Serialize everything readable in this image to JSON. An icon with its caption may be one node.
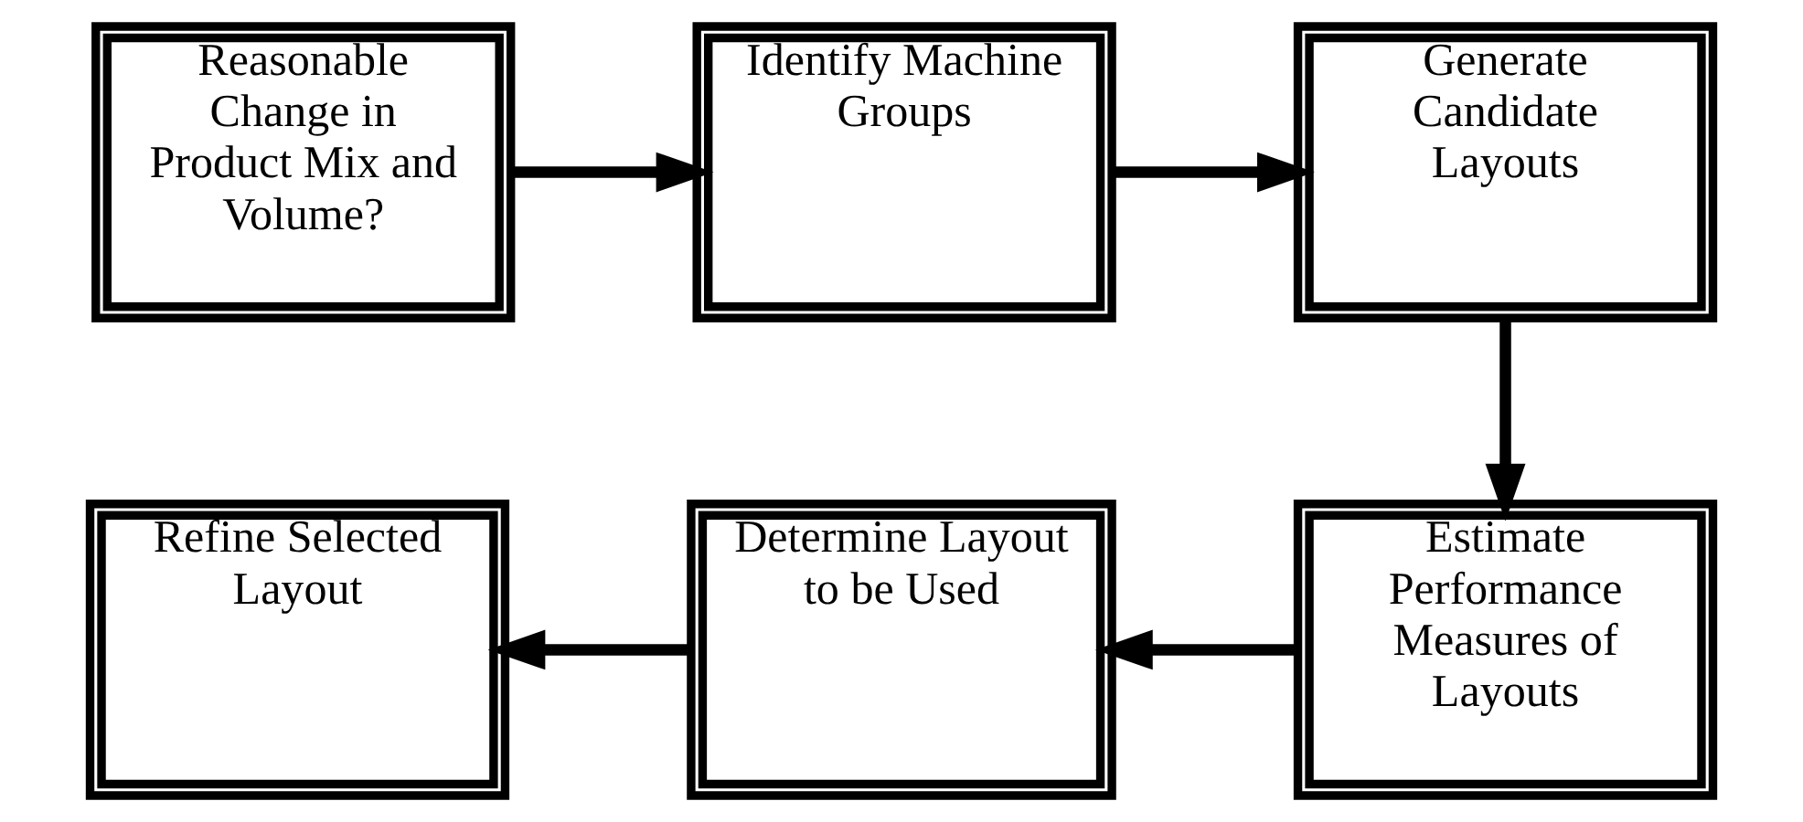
{
  "diagram": {
    "nodes": [
      {
        "text": [
          "Reasonable Change in Product Mix and Volume?"
        ]
      },
      {
        "text": [
          "Identify Machine Groups"
        ]
      },
      {
        "text": [
          "Generate Candidate Layouts"
        ]
      },
      {
        "text": [
          "Refine Selected Layout"
        ]
      },
      {
        "text": [
          "Determine Layout to be Used"
        ]
      },
      {
        "text": [
          "Estimate Performance Measures of Layouts"
        ]
      }
    ],
    "edges": [
      {
        "from": 0,
        "to": 1,
        "arrow": "to"
      },
      {
        "from": 1,
        "to": 2,
        "arrow": "to"
      },
      {
        "from": 2,
        "to": 5,
        "arrow": "to"
      },
      {
        "from": 5,
        "to": 4,
        "arrow": "to"
      },
      {
        "from": 4,
        "to": 3,
        "arrow": "to"
      }
    ]
  }
}
